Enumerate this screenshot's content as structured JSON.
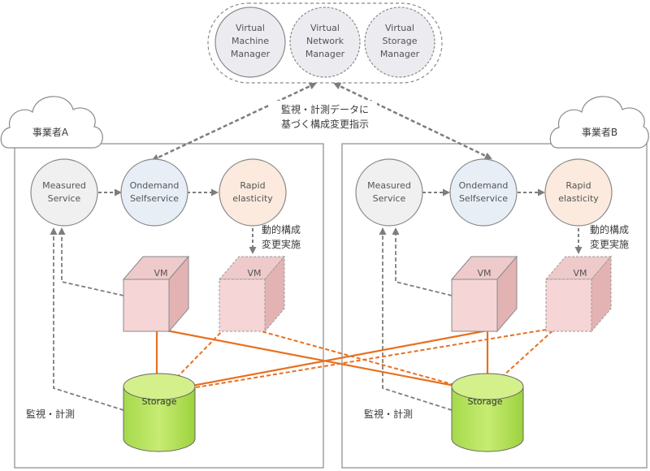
{
  "colors": {
    "arrow_gray": "#7d7d7d",
    "link_orange": "#e8701f",
    "vm_face": "#f5d5d5",
    "vm_side": "#e3b3b3",
    "vm_top": "#eecaca",
    "storage_green": "#b5e35a",
    "manager_fill": "#ebebf0",
    "measured_fill": "#f0f0f0",
    "ondemand_fill": "#e8eef6",
    "rapid_fill": "#fbeadd"
  },
  "managers": [
    {
      "lines": [
        "Virtual",
        "Machine",
        "Manager"
      ],
      "style": "solid"
    },
    {
      "lines": [
        "Virtual",
        "Network",
        "Manager"
      ],
      "style": "dashed"
    },
    {
      "lines": [
        "Virtual",
        "Storage",
        "Manager"
      ],
      "style": "dashed"
    }
  ],
  "center_label": [
    "監視・計測データに",
    "基づく構成変更指示"
  ],
  "providers": [
    {
      "name": "事業者A",
      "nodes": [
        {
          "id": "measured",
          "lines": [
            "Measured",
            "Service"
          ]
        },
        {
          "id": "ondemand",
          "lines": [
            "Ondemand",
            "Selfservice"
          ]
        },
        {
          "id": "rapid",
          "lines": [
            "Rapid",
            "elasticity"
          ]
        }
      ],
      "reconfig_label": [
        "動的構成",
        "変更実施"
      ],
      "vm_label": "VM",
      "vm_new_label": "VM",
      "storage_label": "Storage",
      "monitor_label": "監視・計測"
    },
    {
      "name": "事業者B",
      "nodes": [
        {
          "id": "measured",
          "lines": [
            "Measured",
            "Service"
          ]
        },
        {
          "id": "ondemand",
          "lines": [
            "Ondemand",
            "Selfservice"
          ]
        },
        {
          "id": "rapid",
          "lines": [
            "Rapid",
            "elasticity"
          ]
        }
      ],
      "reconfig_label": [
        "動的構成",
        "変更実施"
      ],
      "vm_label": "VM",
      "vm_new_label": "VM",
      "storage_label": "Storage",
      "monitor_label": "監視・計測"
    }
  ]
}
